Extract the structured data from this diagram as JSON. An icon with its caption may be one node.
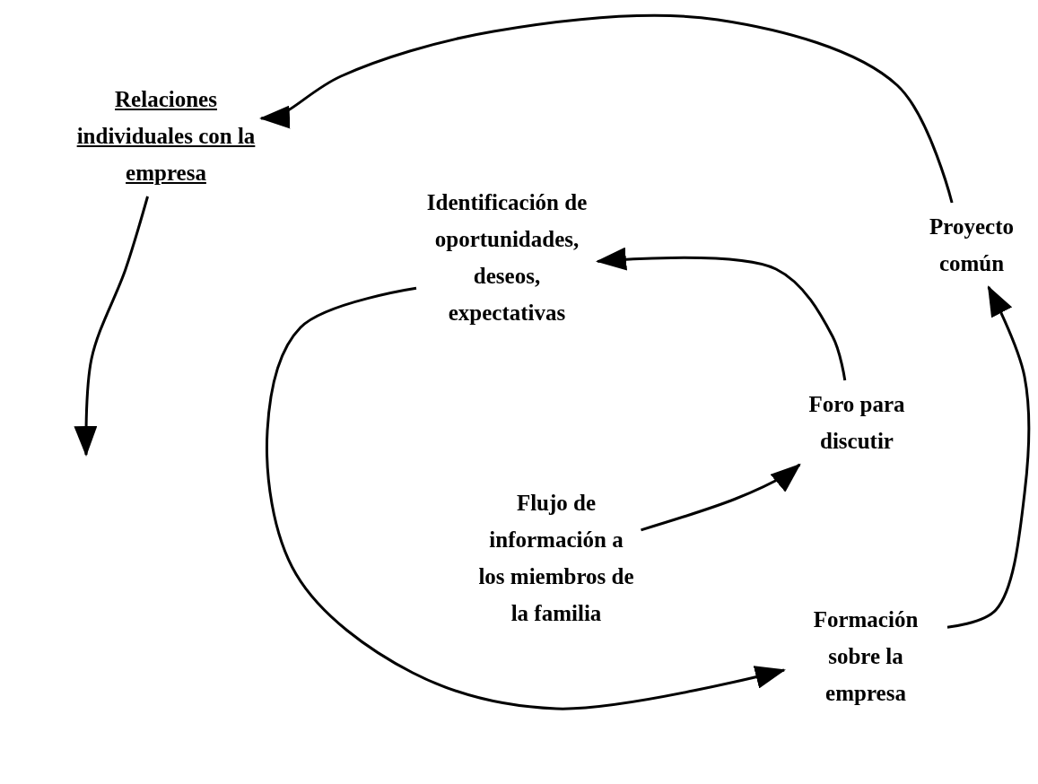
{
  "diagram": {
    "nodes": [
      {
        "text": [
          "Relaciones individuales con la empresa"
        ]
      },
      {
        "text": [
          "Identificación de oportunidades, deseos, expectativas"
        ]
      },
      {
        "text": [
          "Proyecto común"
        ]
      },
      {
        "text": [
          "Foro para discutir"
        ]
      },
      {
        "text": [
          "Flujo de información a los miembros de la familia"
        ]
      },
      {
        "text": [
          "Formación sobre la empresa"
        ]
      }
    ],
    "edges": [
      {
        "from": 4,
        "to": 3,
        "arrow": "to"
      },
      {
        "from": 3,
        "to": 1,
        "arrow": "to"
      },
      {
        "from": 1,
        "to": 5,
        "arrow": "to"
      },
      {
        "from": 5,
        "to": 2,
        "arrow": "to"
      },
      {
        "from": 2,
        "to": 0,
        "arrow": "to"
      },
      {
        "from": 0,
        "to": null,
        "arrow": "to"
      }
    ]
  }
}
